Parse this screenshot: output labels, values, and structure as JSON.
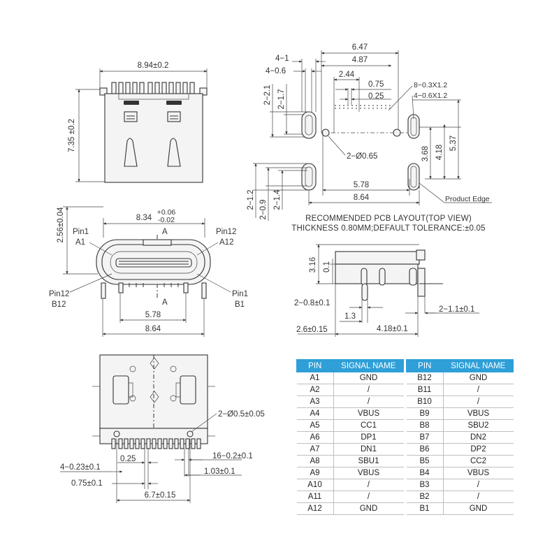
{
  "top_view": {
    "width_dim": "8.94±0.2",
    "height_dim": "7.35 ±0.2"
  },
  "front_view": {
    "height_dim": "2.56±0.04",
    "width_dim_base": "8.34",
    "tol_plus": "+0.06",
    "tol_minus": "-0.02",
    "section_mark": "A",
    "pin1_top": "Pin1",
    "a1": "A1",
    "pin12_top": "Pin12",
    "a12": "A12",
    "pin12_bottom": "Pin12",
    "b12": "B12",
    "pin1_bottom": "Pin1",
    "b1": "B1",
    "dim_578": "5.78",
    "dim_864": "8.64"
  },
  "pcb_layout": {
    "dim_647": "6.47",
    "dim_487": "4.87",
    "dim_244": "2.44",
    "dim_075": "0.75",
    "dim_025": "0.25",
    "dim_4_1": "4−1",
    "dim_4_06": "4−0.6",
    "dim_2_21": "2−2.1",
    "dim_2_17": "2−1.7",
    "slot_8": "8−0.3X1.2",
    "slot_4": "4−0.6X1.2",
    "hole_note": "2−Ø0.65",
    "dim_368": "3.68",
    "dim_418": "4.18",
    "dim_537": "5.37",
    "dim_578": "5.78",
    "dim_864": "8.64",
    "dim_2_12": "2−1.2",
    "dim_2_09": "2−0.9",
    "dim_2_14": "2−1.4",
    "product_edge": "Product Edge",
    "caption_line1": "RECOMMENDED PCB LAYOUT(TOP VIEW)",
    "caption_line2": "THICKNESS 0.80MM;DEFAULT TOLERANCE:±0.05"
  },
  "side_view": {
    "dim_316": "3.16",
    "dim_01": "0.1",
    "dim_2_08": "2−0.8±0.1",
    "dim_13": "1.3",
    "dim_2_11": "2−1.1±0.1",
    "dim_26": "2.6±0.15",
    "dim_418": "4.18±0.1"
  },
  "bottom_view": {
    "hole_note": "2−Ø0.5±0.05",
    "dim_025": "0.25",
    "dim_16": "16−0.2±0.1",
    "dim_4_023": "4−0.23±0.1",
    "dim_103": "1.03±0.1",
    "dim_075": "0.75±0.1",
    "dim_67": "6.7±0.15"
  },
  "pin_table": {
    "headers": [
      "PIN",
      "SIGNAL NAME"
    ],
    "left": [
      [
        "A1",
        "GND"
      ],
      [
        "A2",
        "/"
      ],
      [
        "A3",
        "/"
      ],
      [
        "A4",
        "VBUS"
      ],
      [
        "A5",
        "CC1"
      ],
      [
        "A6",
        "DP1"
      ],
      [
        "A7",
        "DN1"
      ],
      [
        "A8",
        "SBU1"
      ],
      [
        "A9",
        "VBUS"
      ],
      [
        "A10",
        "/"
      ],
      [
        "A11",
        "/"
      ],
      [
        "A12",
        "GND"
      ]
    ],
    "right": [
      [
        "B12",
        "GND"
      ],
      [
        "B11",
        "/"
      ],
      [
        "B10",
        "/"
      ],
      [
        "B9",
        "VBUS"
      ],
      [
        "B8",
        "SBU2"
      ],
      [
        "B7",
        "DN2"
      ],
      [
        "B6",
        "DP2"
      ],
      [
        "B5",
        "CC2"
      ],
      [
        "B4",
        "VBUS"
      ],
      [
        "B3",
        "/"
      ],
      [
        "B2",
        "/"
      ],
      [
        "B1",
        "GND"
      ]
    ]
  }
}
